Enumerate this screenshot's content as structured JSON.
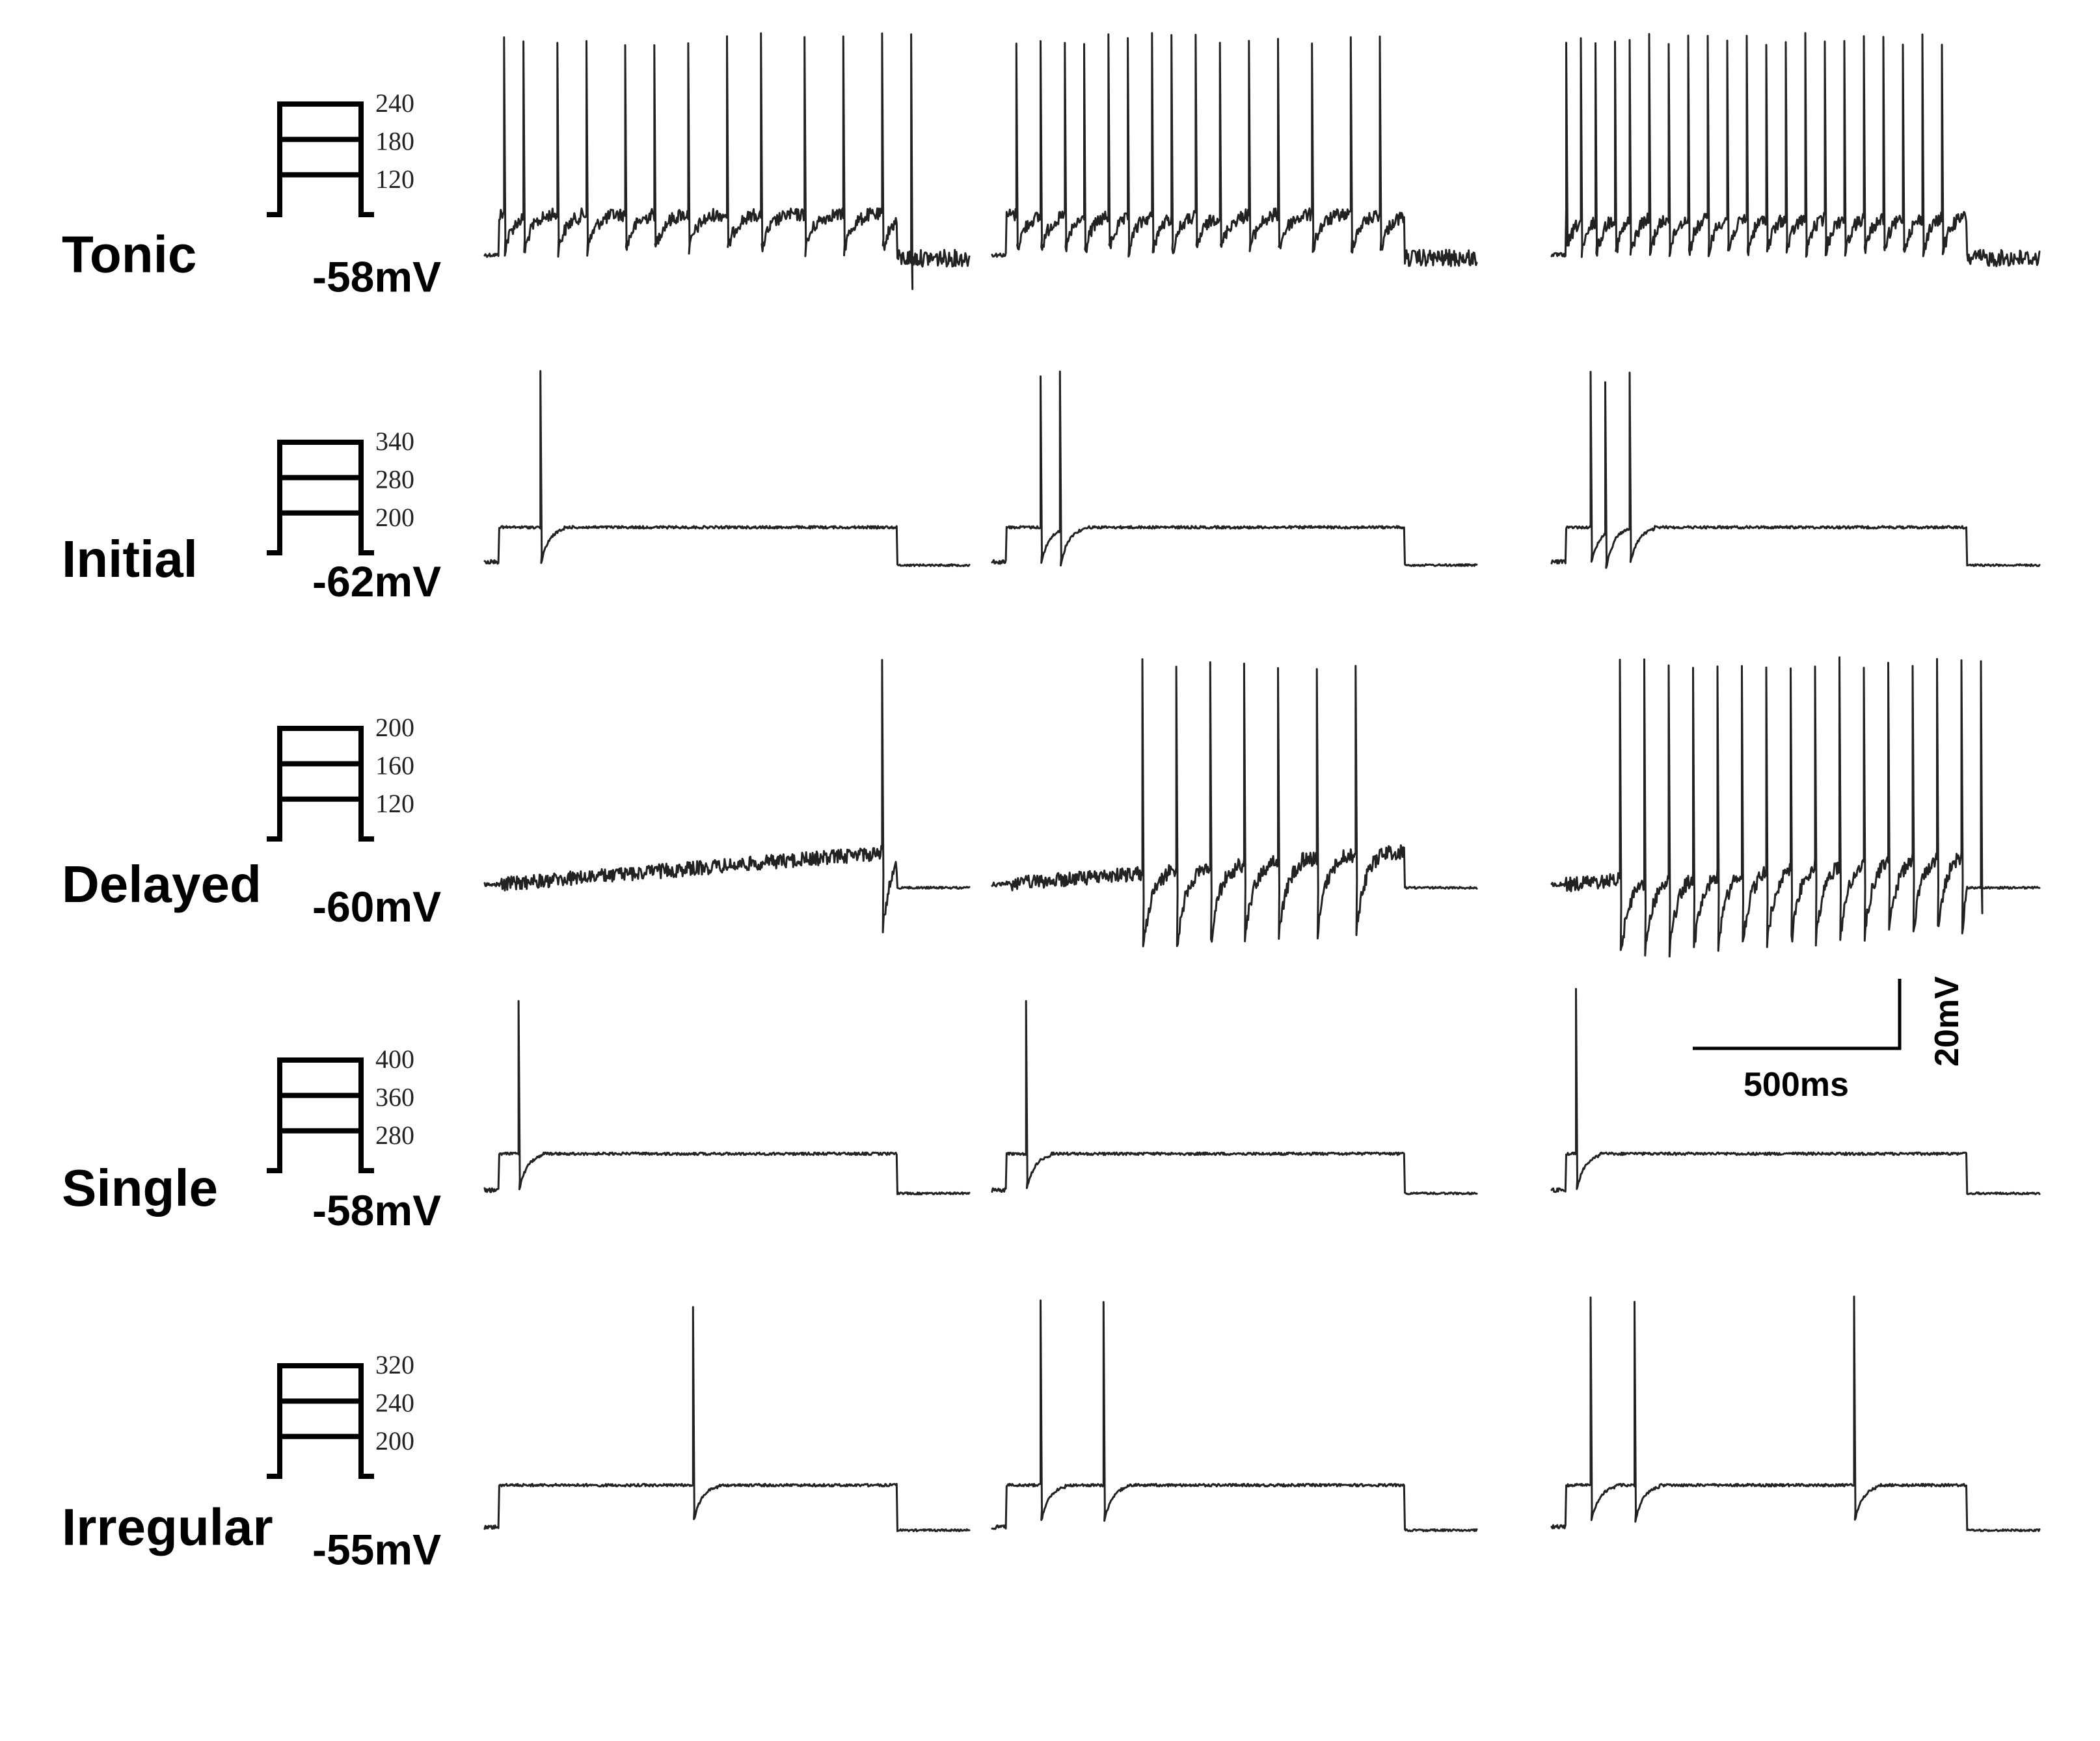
{
  "rows": [
    {
      "name": "Tonic",
      "resting": "-58mV",
      "steps": [
        "240",
        "180",
        "120"
      ],
      "traces": [
        {
          "spike_times": [
            0.04,
            0.08,
            0.15,
            0.21,
            0.29,
            0.35,
            0.42,
            0.5,
            0.57,
            0.66,
            0.74,
            0.82,
            0.88
          ],
          "after": "noisy"
        },
        {
          "spike_times": [
            0.05,
            0.1,
            0.15,
            0.19,
            0.24,
            0.28,
            0.33,
            0.37,
            0.42,
            0.47,
            0.53,
            0.59,
            0.66,
            0.74,
            0.8
          ],
          "after": "noisy"
        },
        {
          "spike_times": [
            0.03,
            0.06,
            0.09,
            0.13,
            0.16,
            0.2,
            0.24,
            0.28,
            0.32,
            0.36,
            0.4,
            0.44,
            0.48,
            0.52,
            0.56,
            0.6,
            0.64,
            0.68,
            0.72,
            0.76,
            0.8
          ],
          "after": "noisy"
        }
      ]
    },
    {
      "name": "Initial",
      "resting": "-62mV",
      "steps": [
        "340",
        "280",
        "200"
      ],
      "traces": [
        {
          "spike_times": [
            0.115
          ],
          "after": "flat"
        },
        {
          "spike_times": [
            0.1,
            0.14
          ],
          "after": "flat"
        },
        {
          "spike_times": [
            0.08,
            0.11,
            0.16
          ],
          "after": "flat"
        }
      ]
    },
    {
      "name": "Delayed",
      "resting": "-60mV",
      "steps": [
        "200",
        "160",
        "120"
      ],
      "traces": [
        {
          "spike_times": [
            0.82
          ],
          "after": "flat",
          "delayed": true
        },
        {
          "spike_times": [
            0.31,
            0.38,
            0.45,
            0.52,
            0.59,
            0.67,
            0.75
          ],
          "after": "flat",
          "delayed": true
        },
        {
          "spike_times": [
            0.14,
            0.19,
            0.24,
            0.29,
            0.34,
            0.39,
            0.44,
            0.49,
            0.54,
            0.59,
            0.64,
            0.69,
            0.74,
            0.79,
            0.84,
            0.88
          ],
          "after": "flat",
          "delayed": true
        }
      ]
    },
    {
      "name": "Single",
      "resting": "-58mV",
      "steps": [
        "400",
        "360",
        "280"
      ],
      "traces": [
        {
          "spike_times": [
            0.07
          ],
          "after": "flat"
        },
        {
          "spike_times": [
            0.07
          ],
          "after": "flat"
        },
        {
          "spike_times": [
            0.05
          ],
          "after": "flat"
        }
      ]
    },
    {
      "name": "Irregular",
      "resting": "-55mV",
      "steps": [
        "320",
        "240",
        "200"
      ],
      "traces": [
        {
          "spike_times": [
            0.43
          ],
          "after": "flat"
        },
        {
          "spike_times": [
            0.1,
            0.23
          ],
          "after": "flat"
        },
        {
          "spike_times": [
            0.08,
            0.17,
            0.62
          ],
          "after": "flat"
        }
      ]
    }
  ],
  "scale_bar": {
    "time": "500ms",
    "voltage": "20mV"
  }
}
